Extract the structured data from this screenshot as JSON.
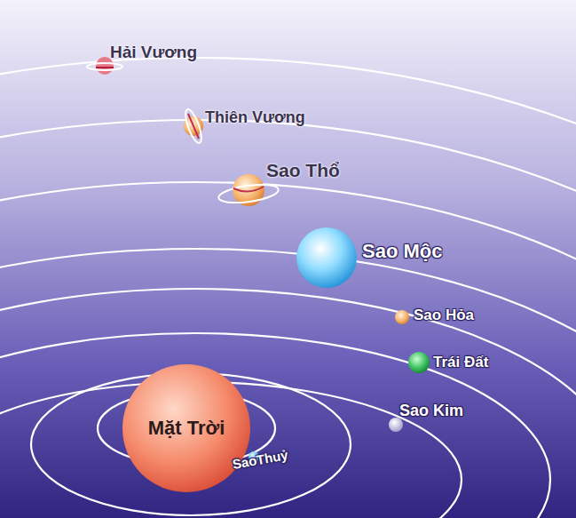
{
  "diagram": {
    "nodes": [
      {
        "text": [
          "Mặt Trời"
        ]
      }
    ],
    "labels": [
      "Hải Vương",
      "Thiên Vương",
      "Sao Thổ",
      "Sao Mộc",
      "Sao Hỏa",
      "Trái Đất",
      "Sao Kim",
      "SaoThuỷ"
    ]
  }
}
